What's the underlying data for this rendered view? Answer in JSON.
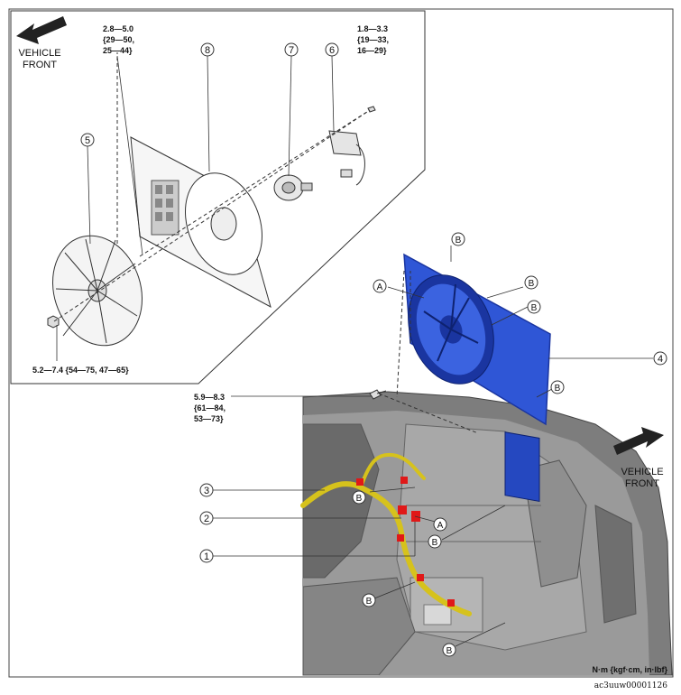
{
  "vehicle_front_label_top": [
    "VEHICLE",
    "FRONT"
  ],
  "vehicle_front_label_right": [
    "VEHICLE",
    "FRONT"
  ],
  "torque_top_left": [
    "2.8—5.0",
    "{29—50,",
    "25—44}"
  ],
  "torque_top_right": [
    "1.8—3.3",
    "{19—33,",
    "16—29}"
  ],
  "torque_bottom_left": "5.2—7.4 {54—75, 47—65}",
  "torque_mid": [
    "5.9—8.3",
    "{61—84,",
    "53—73}"
  ],
  "callouts": {
    "c1": "1",
    "c2": "2",
    "c3": "3",
    "c4": "4",
    "c5": "5",
    "c6": "6",
    "c7": "7",
    "c8": "8"
  },
  "letters": {
    "A": "A",
    "B": "B"
  },
  "units": "N·m {kgf·cm, in·lbf}",
  "image_code": "ac3uuw00001126",
  "colors": {
    "shroud_blue": "#2f56d6",
    "shroud_dark": "#1a35a0",
    "harness_yellow": "#d6c21c",
    "connector_red": "#e01818",
    "engine_bay": "#8a8a8a"
  }
}
